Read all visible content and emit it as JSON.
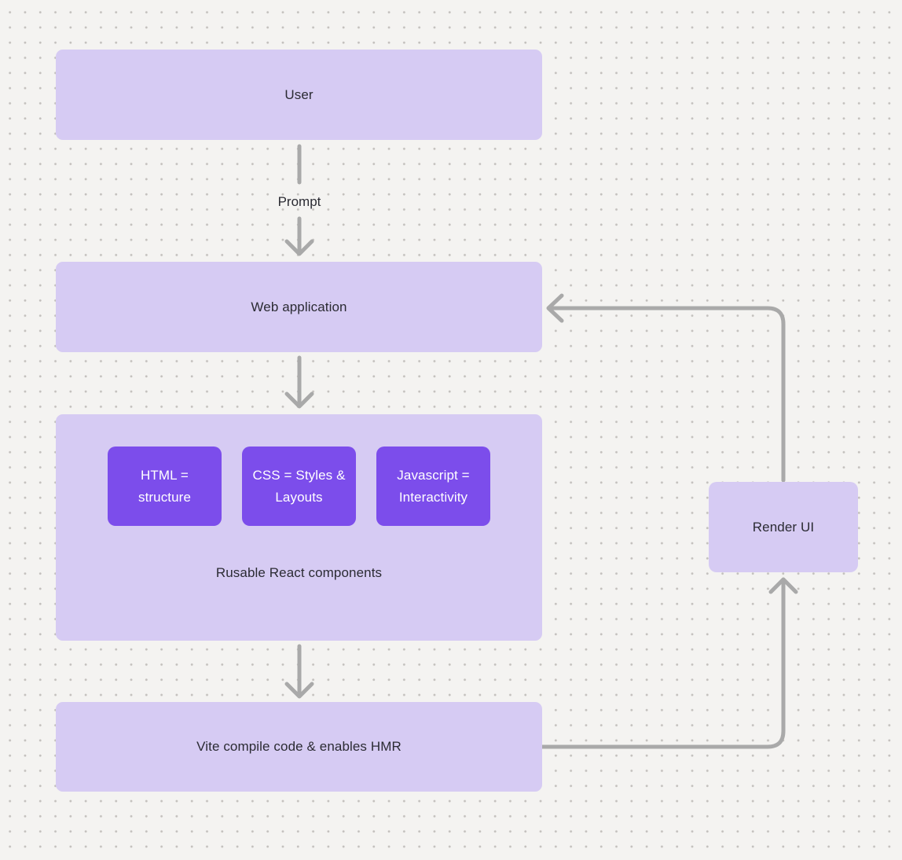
{
  "diagram": {
    "nodes": {
      "user": {
        "label": "User"
      },
      "web_application": {
        "label": "Web application"
      },
      "components_group": {
        "chips": [
          {
            "label": "HTML = structure"
          },
          {
            "label": "CSS = Styles & Layouts"
          },
          {
            "label": "Javascript = Interactivity"
          }
        ],
        "caption": "Rusable React components"
      },
      "vite": {
        "label": "Vite compile code & enables HMR"
      },
      "render_ui": {
        "label": "Render UI"
      }
    },
    "edges": {
      "prompt_label": "Prompt"
    },
    "colors": {
      "background": "#f4f3f1",
      "dot": "#c3c0bd",
      "node_fill": "#d6cbf3",
      "chip_fill": "#7c4deb",
      "chip_text": "#ffffff",
      "arrow": "#a9a9a9",
      "text": "#2b2b33"
    }
  }
}
